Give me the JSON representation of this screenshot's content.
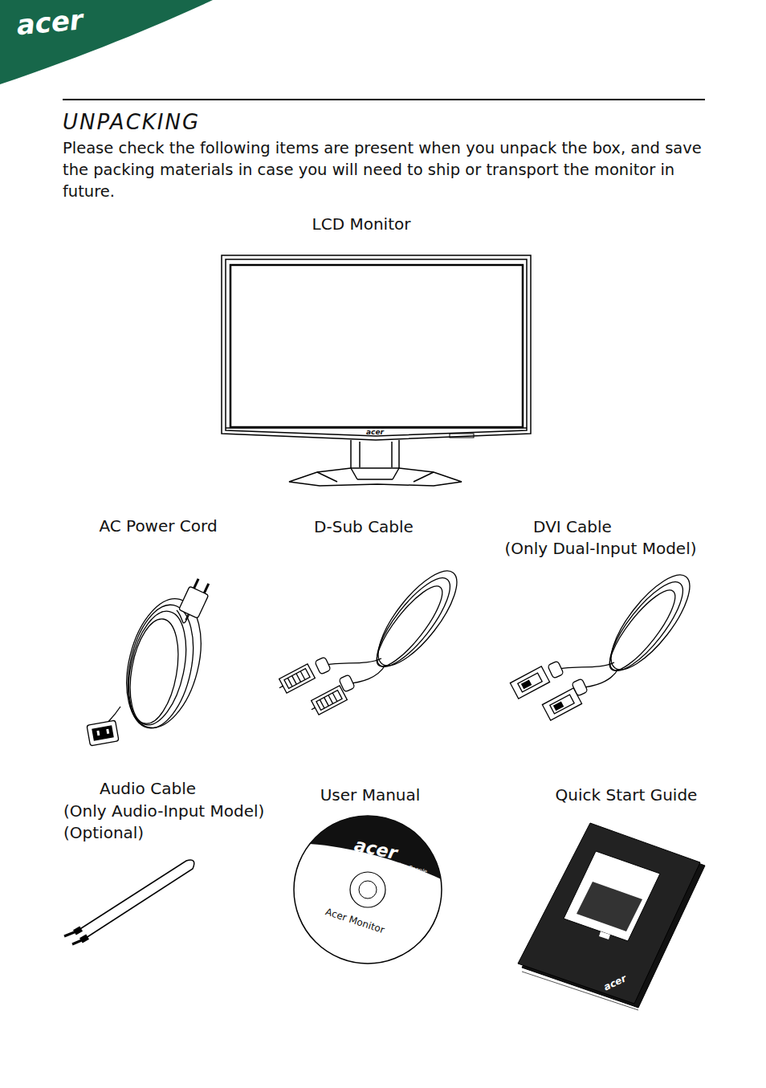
{
  "diagram": {
    "title": "UNPACKING",
    "labels": [
      "acer",
      "Please check the following items are present when you unpack the box, and save the packing materials in case you will need to ship or transport the monitor in future.",
      "LCD Monitor",
      "acer",
      "AC Power Cord",
      "D-Sub Cable",
      "DVI Cable",
      "(Only Dual-Input Model)",
      "Audio Cable",
      "(Only Audio-Input Model)",
      "(Optional)",
      "User Manual",
      "Quick Start Guide",
      "acer",
      "Empowering People",
      "Acer Monitor",
      "acer"
    ]
  }
}
